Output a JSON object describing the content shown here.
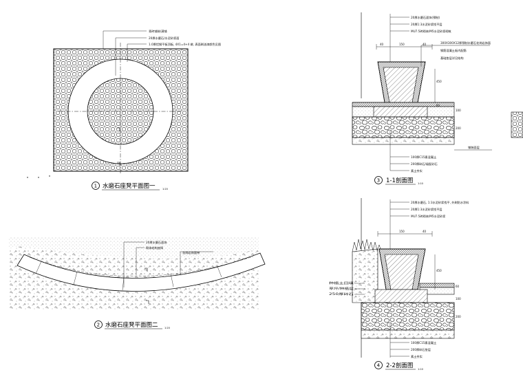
{
  "drawings": {
    "plan1": {
      "number": "1",
      "title": "水磨石座凳平面图一",
      "scale": "1:20",
      "notes": [
        "青砖铺装/满铺",
        "20厚水磨石/水泥砂浆面",
        "1.0厚铝钢平板顶板, 4X1=4+4 做, 表面刷油漆颜色见图"
      ]
    },
    "plan2": {
      "number": "2",
      "title": "水磨石座凳平面图二",
      "scale": "1:20",
      "notes": [
        "20厚水磨石面饰",
        "砌体结构座椅",
        "花岗岩饰面带"
      ]
    },
    "sec1": {
      "number": "3",
      "title": "1-1剖面图",
      "scale": "1:10",
      "notes_top": [
        "20厚水磨石面饰(预制)",
        "20厚1:3水泥砂浆找平层",
        "MU7.5砖砌体/M5水泥砂浆砌筑"
      ],
      "notes_side": [
        "300X300X12厚预制水磨石花岗岩饰面",
        "钢筋混凝土板内配筋",
        "基础垫层详见结构"
      ],
      "notes_bottom": [
        "100厚C15素混凝土",
        "200厚碎石/级配砂石",
        "素土夯实"
      ],
      "dims": [
        "150",
        "40",
        "40",
        "450",
        "60",
        "100",
        "200"
      ],
      "side_label": "铺装面层"
    },
    "sec2": {
      "number": "4",
      "title": "2-2剖面图",
      "scale": "1:10",
      "notes_top": [
        "20厚水磨石, 1:3水泥砂浆找平, 外刷防水涂料",
        "20厚1:3水泥砂浆找平层",
        "MU7.5砖砌体/M5水泥砂浆"
      ],
      "notes_left": [
        "种植土回填",
        "草坪/种植层",
        "250厚碎石"
      ],
      "notes_bottom": [
        "100厚C15素混凝土",
        "200厚碎石垫层",
        "素土夯实"
      ],
      "dims": [
        "150",
        "40",
        "450",
        "60",
        "100",
        "200"
      ]
    }
  },
  "colors": {
    "line": "#000000",
    "fill": "#ffffff"
  }
}
